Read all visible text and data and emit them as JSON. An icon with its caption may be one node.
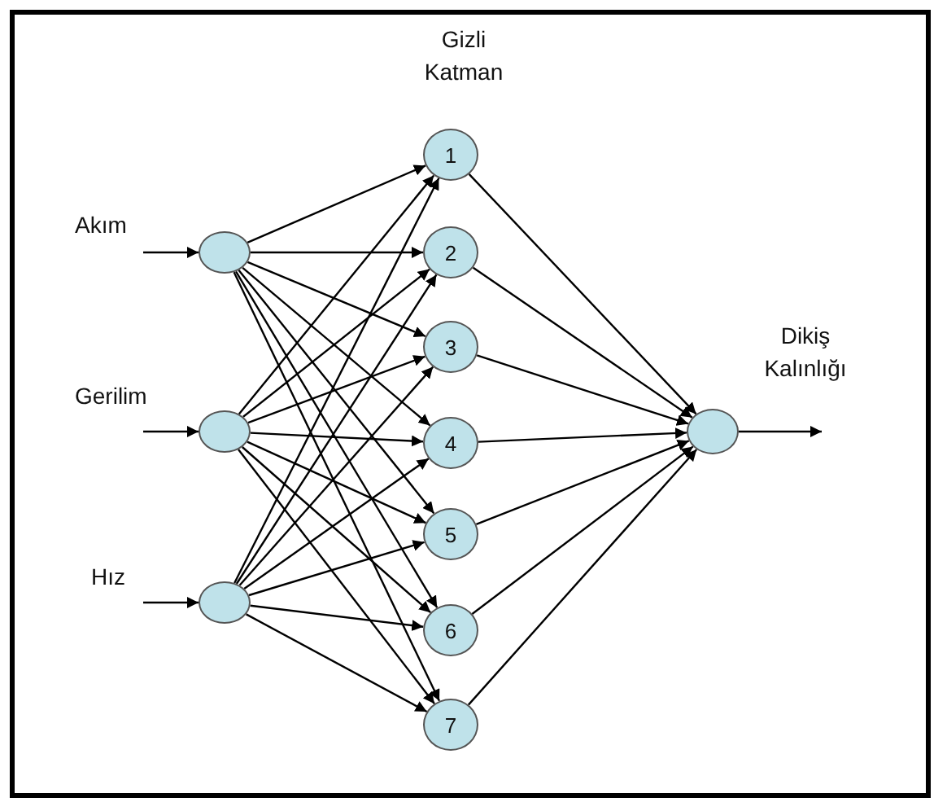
{
  "diagram": {
    "nodes": [
      {
        "text": [],
        "shape": "circle",
        "beside": [
          "Akım"
        ]
      },
      {
        "text": [],
        "shape": "circle",
        "beside": [
          "Gerilim"
        ]
      },
      {
        "text": [],
        "shape": "circle",
        "beside": [
          "Hız"
        ]
      },
      {
        "text": [
          "1"
        ]
      },
      {
        "text": [
          "2"
        ]
      },
      {
        "text": [
          "3"
        ]
      },
      {
        "text": [
          "4"
        ]
      },
      {
        "text": [
          "5"
        ]
      },
      {
        "text": [
          "6"
        ]
      },
      {
        "text": [
          "7"
        ]
      },
      {
        "text": [],
        "shape": "circle",
        "beside": [
          "Dikiş Kalınlığı"
        ]
      }
    ],
    "edges": [
      {
        "from": null,
        "to": 0,
        "arrow": "to"
      },
      {
        "from": null,
        "to": 1,
        "arrow": "to"
      },
      {
        "from": null,
        "to": 2,
        "arrow": "to"
      },
      {
        "from": 0,
        "to": 3,
        "arrow": "to"
      },
      {
        "from": 0,
        "to": 4,
        "arrow": "to"
      },
      {
        "from": 0,
        "to": 5,
        "arrow": "to"
      },
      {
        "from": 0,
        "to": 6,
        "arrow": "to"
      },
      {
        "from": 0,
        "to": 7,
        "arrow": "to"
      },
      {
        "from": 0,
        "to": 8,
        "arrow": "to"
      },
      {
        "from": 0,
        "to": 9,
        "arrow": "to"
      },
      {
        "from": 1,
        "to": 3,
        "arrow": "to"
      },
      {
        "from": 1,
        "to": 4,
        "arrow": "to"
      },
      {
        "from": 1,
        "to": 5,
        "arrow": "to"
      },
      {
        "from": 1,
        "to": 6,
        "arrow": "to"
      },
      {
        "from": 1,
        "to": 7,
        "arrow": "to"
      },
      {
        "from": 1,
        "to": 8,
        "arrow": "to"
      },
      {
        "from": 1,
        "to": 9,
        "arrow": "to"
      },
      {
        "from": 2,
        "to": 3,
        "arrow": "to"
      },
      {
        "from": 2,
        "to": 4,
        "arrow": "to"
      },
      {
        "from": 2,
        "to": 5,
        "arrow": "to"
      },
      {
        "from": 2,
        "to": 6,
        "arrow": "to"
      },
      {
        "from": 2,
        "to": 7,
        "arrow": "to"
      },
      {
        "from": 2,
        "to": 8,
        "arrow": "to"
      },
      {
        "from": 2,
        "to": 9,
        "arrow": "to"
      },
      {
        "from": 3,
        "to": 10,
        "arrow": "to"
      },
      {
        "from": 4,
        "to": 10,
        "arrow": "to"
      },
      {
        "from": 5,
        "to": 10,
        "arrow": "to"
      },
      {
        "from": 6,
        "to": 10,
        "arrow": "to"
      },
      {
        "from": 7,
        "to": 10,
        "arrow": "to"
      },
      {
        "from": 8,
        "to": 10,
        "arrow": "to"
      },
      {
        "from": 9,
        "to": 10,
        "arrow": "to"
      },
      {
        "from": 10,
        "to": null,
        "arrow": "to"
      }
    ],
    "labels": [
      "Gizli Katman"
    ]
  }
}
